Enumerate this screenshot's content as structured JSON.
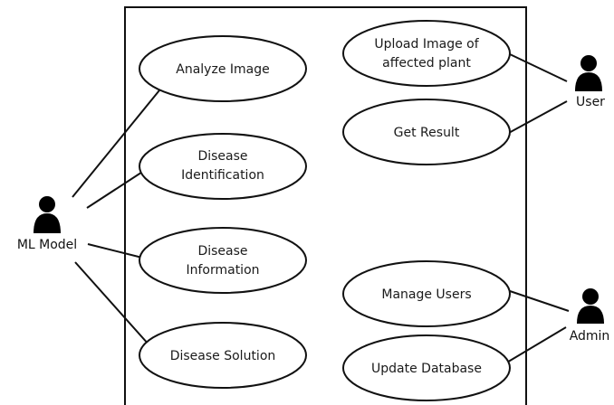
{
  "actors": {
    "ml_model": "ML Model",
    "user": "User",
    "admin": "Admin"
  },
  "use_cases": {
    "analyze_image": [
      "Analyze Image"
    ],
    "disease_identification": [
      "Disease",
      "Identification"
    ],
    "disease_information": [
      "Disease",
      "Information"
    ],
    "disease_solution": [
      "Disease Solution"
    ],
    "upload_image": [
      "Upload Image of",
      "affected plant"
    ],
    "get_result": [
      "Get Result"
    ],
    "manage_users": [
      "Manage Users"
    ],
    "update_database": [
      "Update Database"
    ]
  },
  "colors": {
    "stroke": "#111111",
    "actor_fill": "#000000",
    "background": "#ffffff"
  }
}
